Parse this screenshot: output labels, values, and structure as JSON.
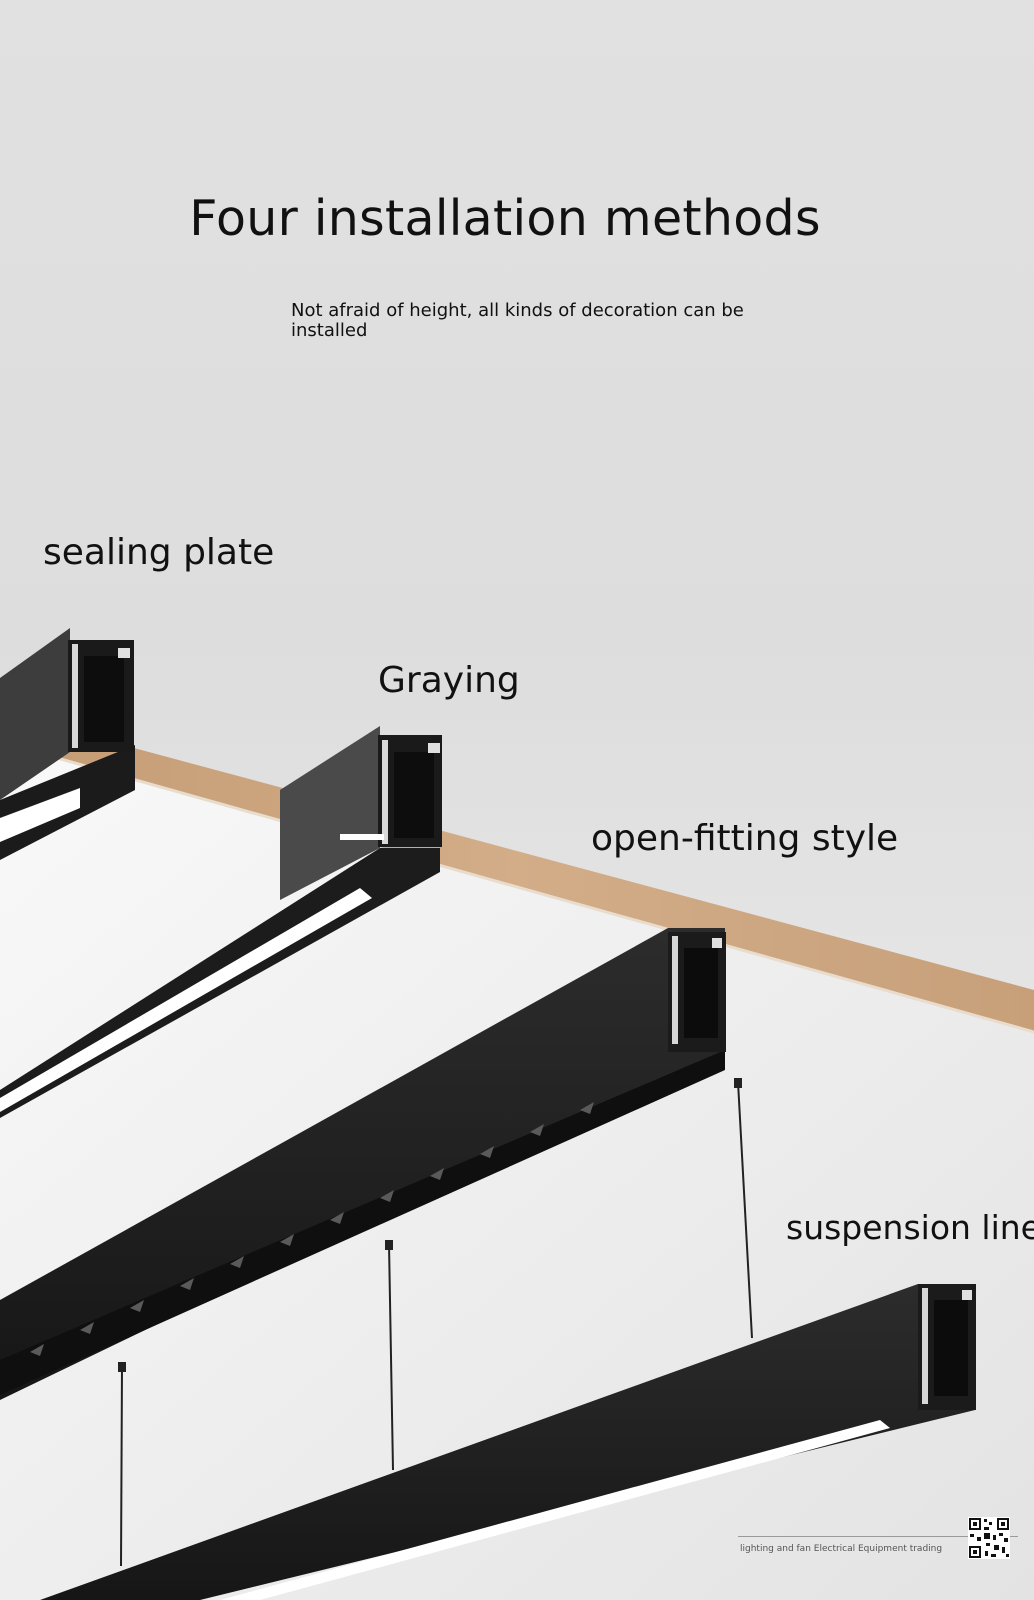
{
  "heading": {
    "title": "Four installation methods",
    "subtitle": "Not afraid of height, all kinds of decoration can be installed"
  },
  "labels": {
    "sealing_plate": "sealing plate",
    "graying": "Graying",
    "open_fitting": "open-fitting style",
    "suspension": "suspension line"
  },
  "footer": {
    "company": "lighting and fan Electrical Equipment trading"
  },
  "colors": {
    "fixture_black": "#1f1f1f",
    "wood_trim": "#c9a37e",
    "ceiling_white": "#f4f4f4",
    "diffuser": "#ffffff"
  }
}
